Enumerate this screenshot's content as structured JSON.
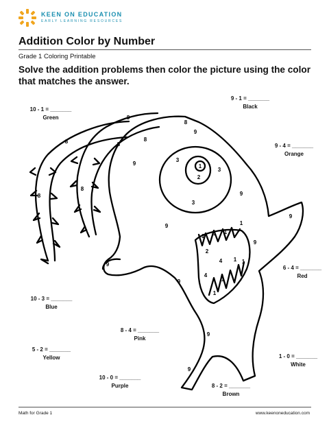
{
  "brand": {
    "name": "KEEN ON EDUCATION",
    "tagline": "EARLY LEARNING RESOURCES",
    "color": "#1a8fb0",
    "accent": "#f0a51e",
    "icon": "sun-burst-logo"
  },
  "title": "Addition Color by Number",
  "subtitle": "Grade 1 Coloring Printable",
  "instructions": "Solve the addition problems then color the picture using the color that matches the answer.",
  "color_key": [
    {
      "problem": "9 - 1 = _______",
      "color": "Black"
    },
    {
      "problem": "10 - 1 = _______",
      "color": "Green"
    },
    {
      "problem": "9 - 4 = _______",
      "color": "Orange"
    },
    {
      "problem": "6 - 4 = _______",
      "color": "Red"
    },
    {
      "problem": "10 - 3 = _______",
      "color": "Blue"
    },
    {
      "problem": "8 - 4 = _______",
      "color": "Pink"
    },
    {
      "problem": "5 - 2 = _______",
      "color": "Yellow"
    },
    {
      "problem": "1 - 0 = _______",
      "color": "White"
    },
    {
      "problem": "10 - 0 = _______",
      "color": "Purple"
    },
    {
      "problem": "8 - 2 = _______",
      "color": "Brown"
    }
  ],
  "region_numbers": [
    "8",
    "8",
    "8",
    "8",
    "8",
    "8",
    "8",
    "9",
    "3",
    "1",
    "2",
    "3",
    "3",
    "9",
    "9",
    "9",
    "9",
    "1",
    "1",
    "1",
    "1",
    "2",
    "4",
    "1",
    "1",
    "4",
    "1",
    "1",
    "9",
    "9",
    "9",
    "9",
    "9"
  ],
  "footer": {
    "left": "Math for Grade 1",
    "right": "www.keenoneducation.com"
  }
}
